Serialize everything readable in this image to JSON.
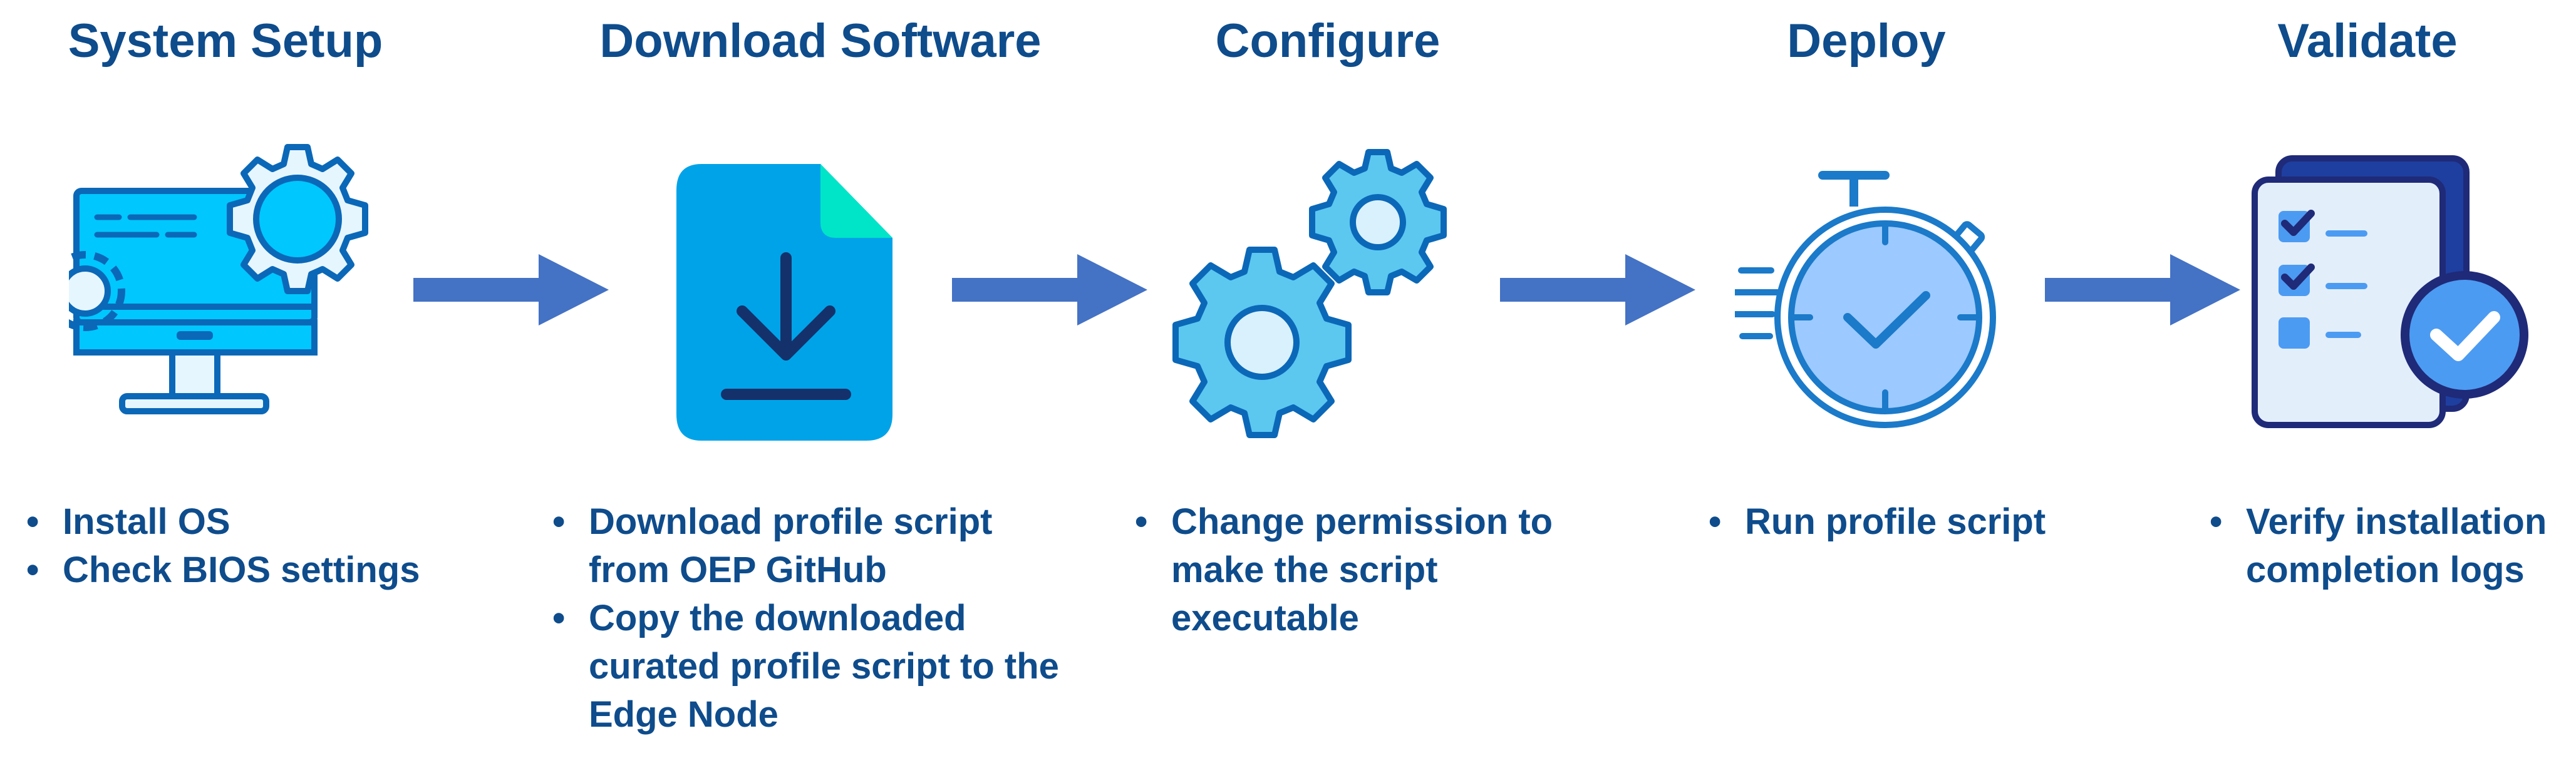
{
  "steps": [
    {
      "title": "System Setup",
      "icon": "computer-settings-icon",
      "bullets": [
        "Install OS",
        "Check BIOS settings"
      ]
    },
    {
      "title": "Download Software",
      "icon": "file-download-icon",
      "bullets": [
        "Download profile script from OEP GitHub",
        "Copy the downloaded curated profile script to the Edge Node"
      ]
    },
    {
      "title": "Configure",
      "icon": "gears-icon",
      "bullets": [
        "Change permission to make the script executable"
      ]
    },
    {
      "title": "Deploy",
      "icon": "stopwatch-check-icon",
      "bullets": [
        "Run profile script"
      ]
    },
    {
      "title": "Validate",
      "icon": "checklist-verified-icon",
      "bullets": [
        "Verify installation completion logs"
      ]
    }
  ],
  "colors": {
    "title": "#0E4C8C",
    "arrow": "#4472C4",
    "icon_dark": "#0B68B8",
    "icon_blue": "#00C7FD",
    "icon_light": "#8FD3F4",
    "icon_navy": "#1F2A78",
    "accent_teal": "#00E5C8"
  }
}
